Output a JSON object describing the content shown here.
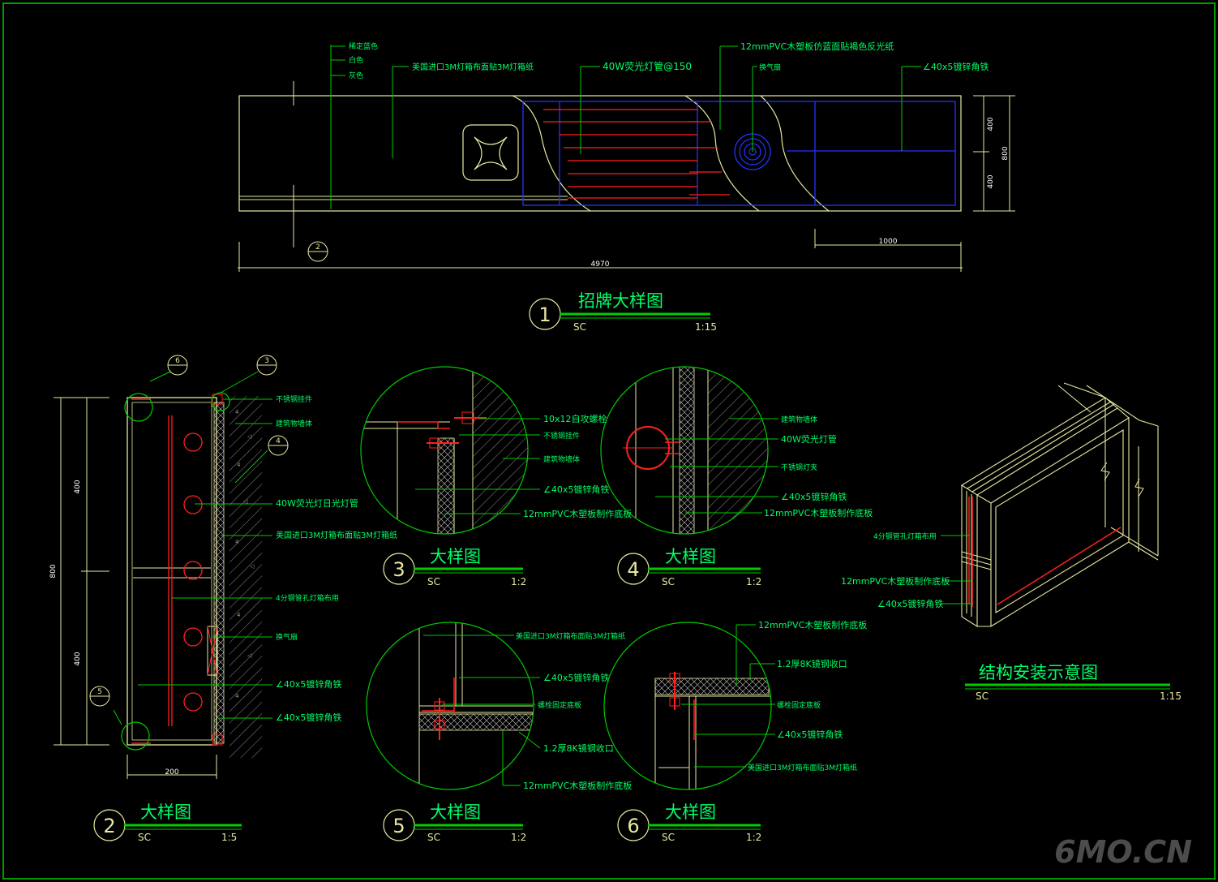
{
  "colors": {
    "background": "#000000",
    "frame": "#00cc00",
    "outline": "#e8e8a0",
    "blue": "#2233ff",
    "red": "#ff2020",
    "label": "#00ff66",
    "dim": "#ffffff",
    "hatch": "#8a8a8a"
  },
  "elevation": {
    "title_no": "1",
    "title": "招牌大样图",
    "sc": "SC",
    "scale": "1:15",
    "callout_no": "2",
    "notes": [
      "稀定蓝色",
      "白色",
      "灰色",
      "美国进口3M灯箱布面贴3M灯箱纸",
      "40W荧光灯管@150",
      "12mmPVC木塑板仿蓝面贴褐色反光纸",
      "换气扇",
      "∠40x5镀锌角铁"
    ],
    "dims": {
      "total": "4970",
      "right": "1000",
      "h_top": "400",
      "h_bottom": "400",
      "h_total": "800"
    }
  },
  "detail2": {
    "no": "2",
    "title": "大样图",
    "sc": "SC",
    "scale": "1:5",
    "callouts": [
      "6",
      "3",
      "4",
      "5"
    ],
    "notes": [
      "不锈钢挂件",
      "建筑物墙体",
      "40W荧光灯日光灯管",
      "美国进口3M灯箱布面贴3M灯箱纸",
      "4分钢管孔灯箱布用",
      "换气扇",
      "∠40x5镀锌角铁",
      "∠40x5镀锌角铁"
    ],
    "dims": {
      "top": "400",
      "bottom": "400",
      "total": "800",
      "width": "200"
    }
  },
  "detail3": {
    "no": "3",
    "title": "大样图",
    "sc": "SC",
    "scale": "1:2",
    "notes": [
      "10x12自攻螺栓",
      "不锈钢挂件",
      "建筑物墙体",
      "∠40x5镀锌角铁",
      "12mmPVC木塑板制作底板"
    ]
  },
  "detail4": {
    "no": "4",
    "title": "大样图",
    "sc": "SC",
    "scale": "1:2",
    "notes": [
      "建筑物墙体",
      "40W荧光灯管",
      "不锈钢灯夹",
      "∠40x5镀锌角铁",
      "12mmPVC木塑板制作底板"
    ]
  },
  "detail5": {
    "no": "5",
    "title": "大样图",
    "sc": "SC",
    "scale": "1:2",
    "notes": [
      "美国进口3M灯箱布面贴3M灯箱纸",
      "∠40x5镀锌角铁",
      "螺栓固定底板",
      "1.2厚8K镜钢收口",
      "12mmPVC木塑板制作底板"
    ]
  },
  "detail6": {
    "no": "6",
    "title": "大样图",
    "sc": "SC",
    "scale": "1:2",
    "notes": [
      "12mmPVC木塑板制作底板",
      "1.2厚8K镜钢收口",
      "螺栓固定底板",
      "∠40x5镀锌角铁",
      "美国进口3M灯箱布面贴3M灯箱纸"
    ]
  },
  "structure": {
    "title": "结构安装示意图",
    "sc": "SC",
    "scale": "1:15",
    "notes": [
      "4分钢管孔灯箱布用",
      "12mmPVC木塑板制作底板",
      "∠40x5镀锌角铁"
    ]
  },
  "watermark": "6MO.CN"
}
